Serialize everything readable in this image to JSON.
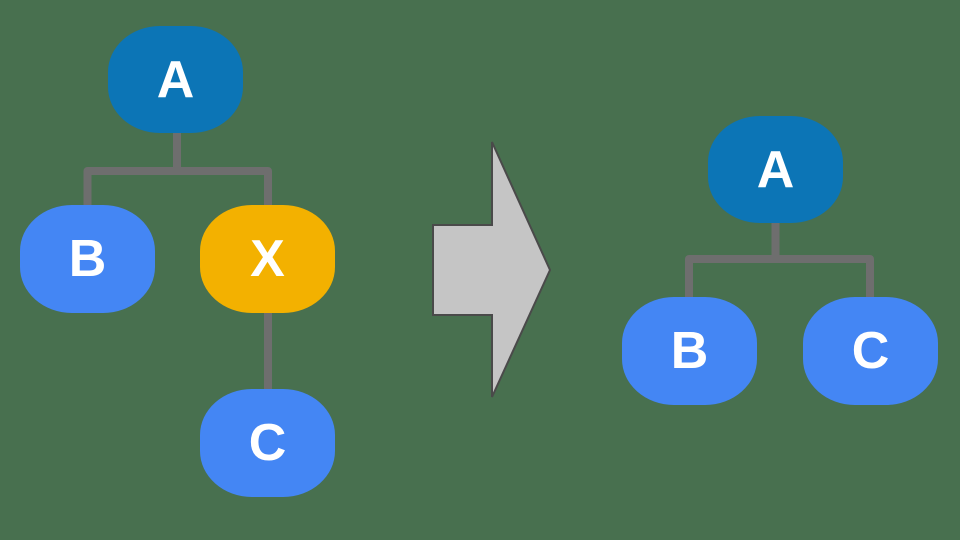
{
  "diagram_type": "tree-transformation",
  "colors": {
    "background": "#48704f",
    "root_node": "#0c75b6",
    "child_node": "#4486f4",
    "highlight_node": "#f3b100",
    "connector": "#6e6e6e",
    "arrow_fill": "#c5c5c5",
    "arrow_border": "#4a4a4a",
    "label_text": "#ffffff"
  },
  "left_tree": {
    "nodes": [
      {
        "label": "A",
        "role": "root"
      },
      {
        "label": "B",
        "role": "child"
      },
      {
        "label": "X",
        "role": "highlight"
      },
      {
        "label": "C",
        "role": "child"
      }
    ],
    "edges": [
      {
        "from": "A",
        "to": "B"
      },
      {
        "from": "A",
        "to": "X"
      },
      {
        "from": "X",
        "to": "C"
      }
    ]
  },
  "arrow": {
    "name": "transformation-arrow",
    "direction": "right"
  },
  "right_tree": {
    "nodes": [
      {
        "label": "A",
        "role": "root"
      },
      {
        "label": "B",
        "role": "child"
      },
      {
        "label": "C",
        "role": "child"
      }
    ],
    "edges": [
      {
        "from": "A",
        "to": "B"
      },
      {
        "from": "A",
        "to": "C"
      }
    ]
  }
}
